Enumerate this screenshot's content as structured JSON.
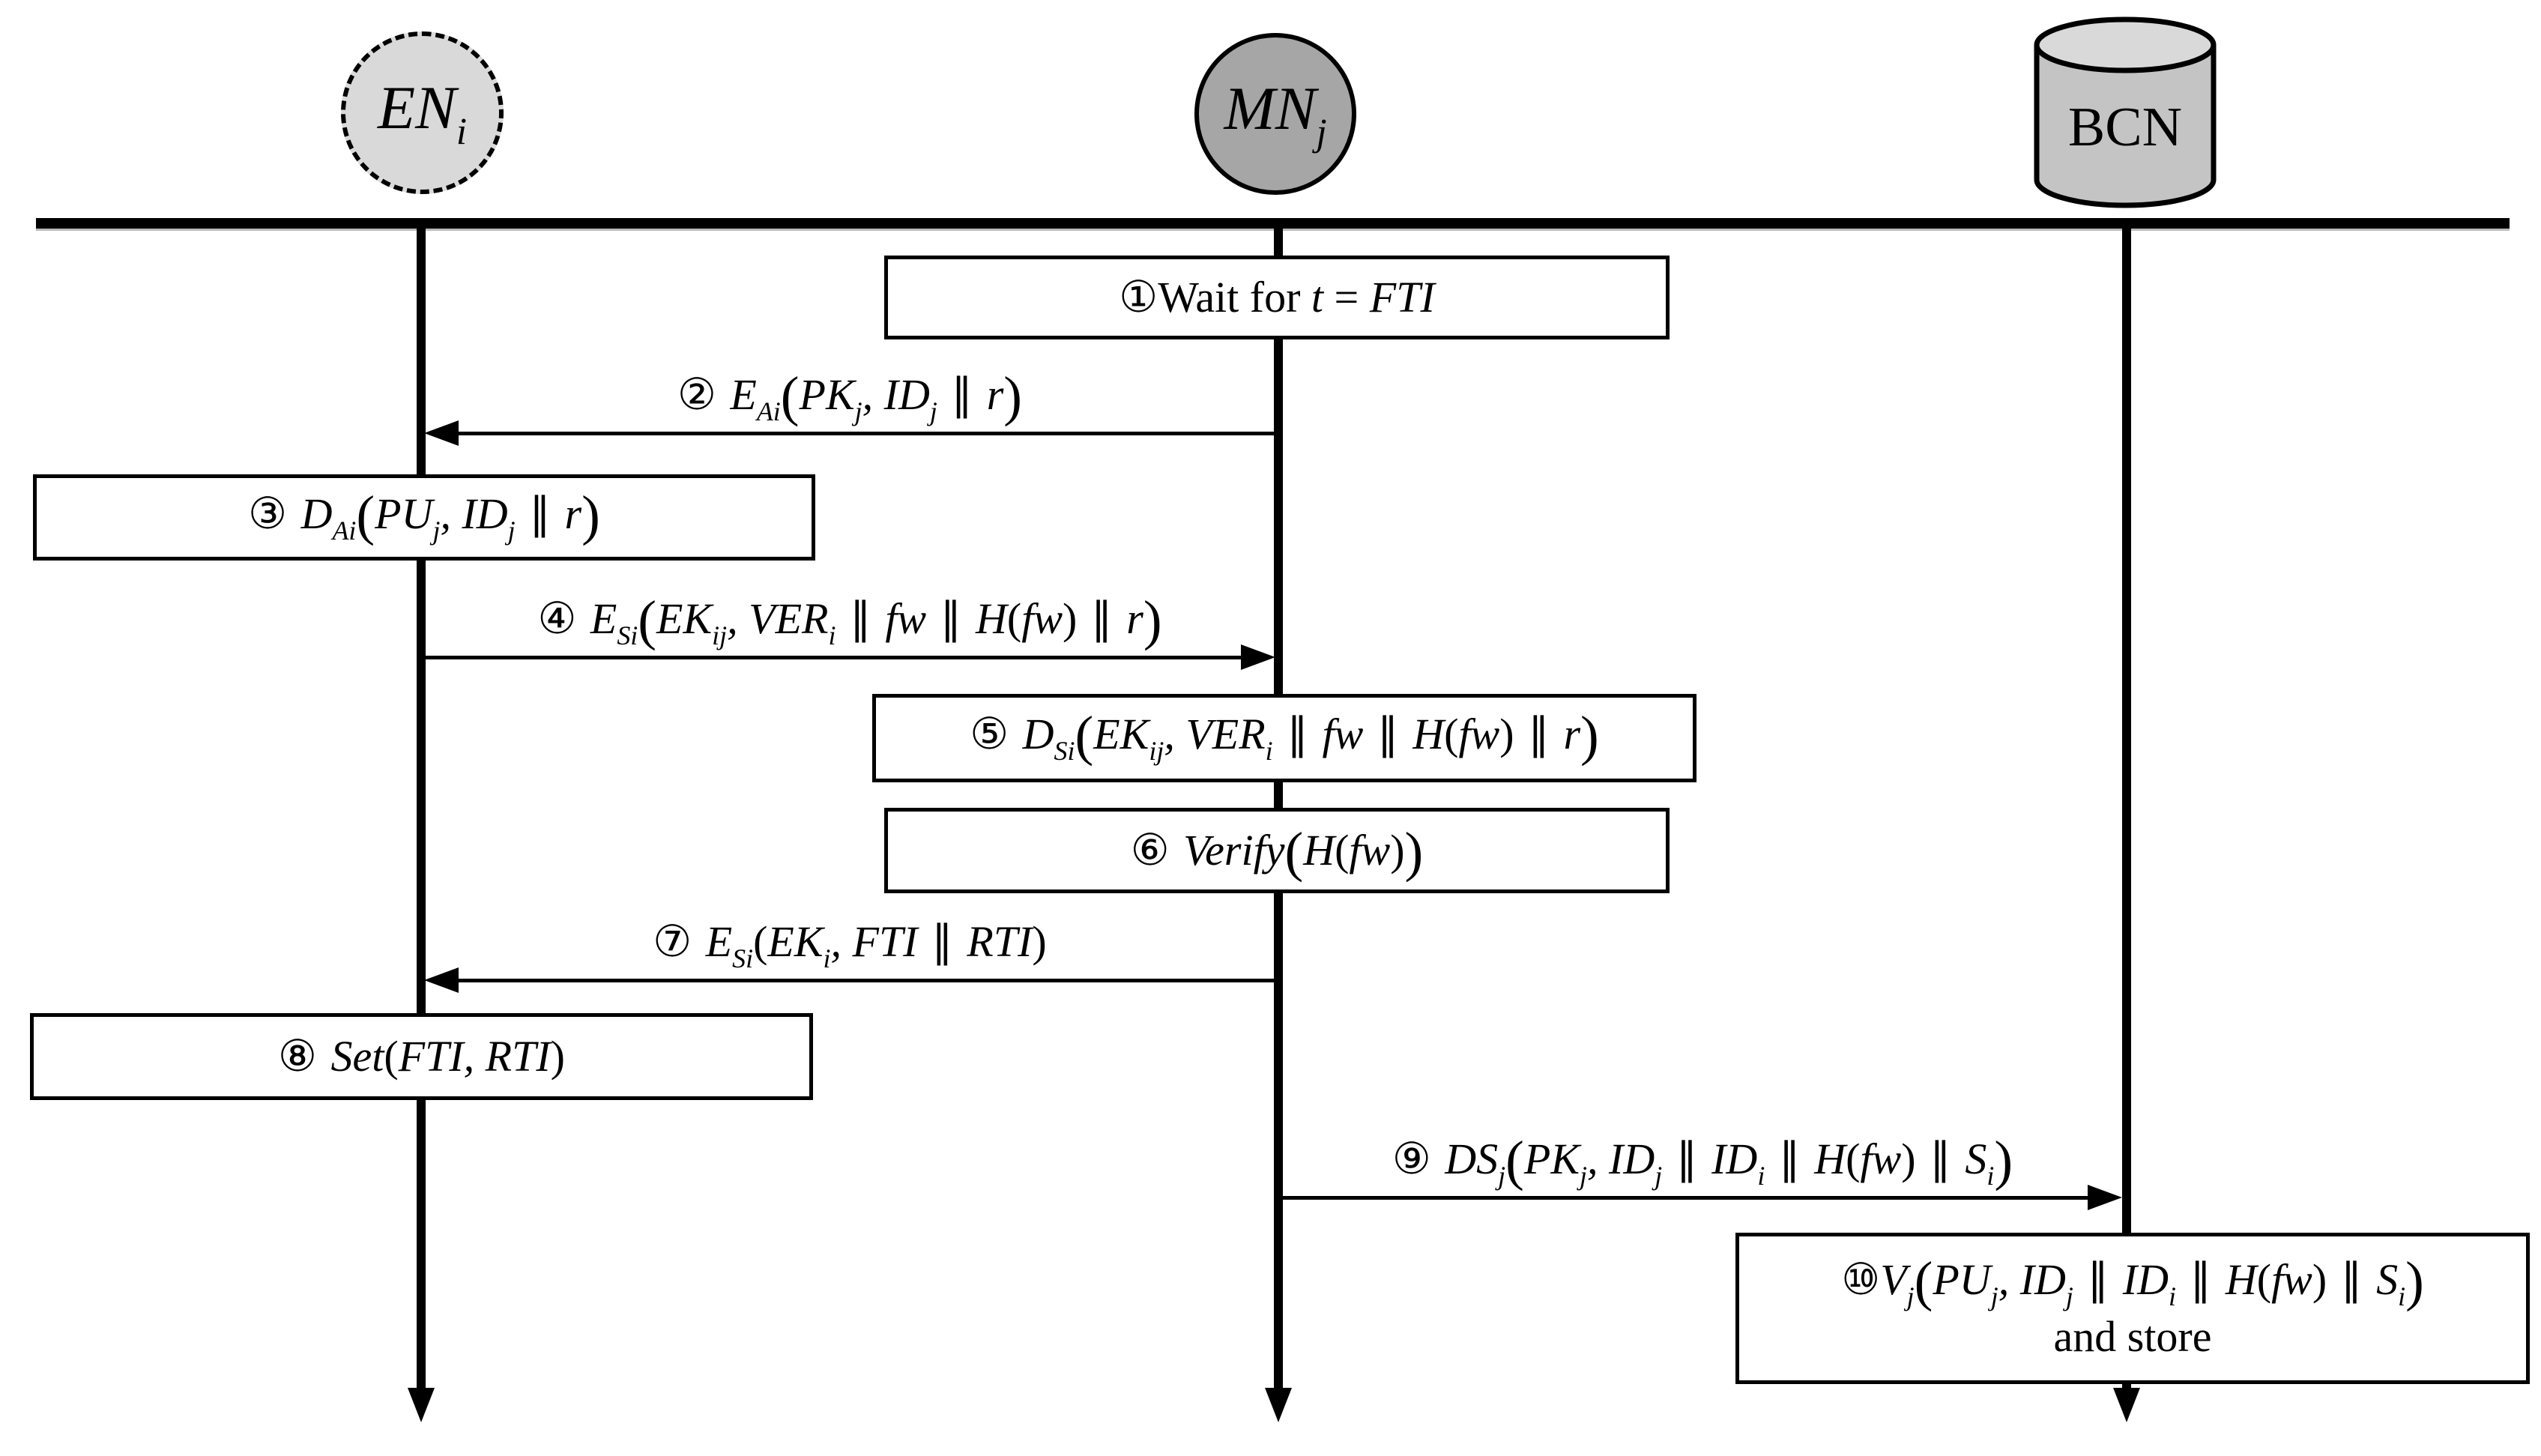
{
  "colors": {
    "background": "#ffffff",
    "line": "#000000",
    "en_fill": "#d9d9d9",
    "mn_fill": "#a6a6a6",
    "bcn_body_fill": "#c4c4c4",
    "bcn_top_fill": "#d9d9d9"
  },
  "actors": [
    {
      "id": "EN_i",
      "shape": "dashed-circle",
      "label_segments": [
        [
          "i",
          "EN"
        ],
        [
          "s",
          "i"
        ]
      ]
    },
    {
      "id": "MN_j",
      "shape": "circle",
      "label_segments": [
        [
          "i",
          "MN"
        ],
        [
          "s",
          "j"
        ]
      ]
    },
    {
      "id": "BCN",
      "shape": "cylinder",
      "label_segments": [
        [
          "n",
          "BCN"
        ]
      ]
    }
  ],
  "messages": [
    {
      "n": 1,
      "kind": "box",
      "actor": "MN_j",
      "segments": [
        [
          "c",
          "①"
        ],
        [
          "n",
          "Wait for "
        ],
        [
          "i",
          "t"
        ],
        [
          "n",
          " = "
        ],
        [
          "i",
          "FTI"
        ]
      ]
    },
    {
      "n": 2,
      "kind": "arrow",
      "from": "MN_j",
      "to": "EN_i",
      "segments": [
        [
          "c",
          "② "
        ],
        [
          "i",
          "E"
        ],
        [
          "s",
          "Ai"
        ],
        [
          "p",
          "("
        ],
        [
          "i",
          "PK"
        ],
        [
          "s",
          "j"
        ],
        [
          "i",
          ", "
        ],
        [
          "i",
          "ID"
        ],
        [
          "s",
          "j"
        ],
        [
          "d",
          " ∥ "
        ],
        [
          "i",
          "r"
        ],
        [
          "p",
          ")"
        ]
      ]
    },
    {
      "n": 3,
      "kind": "box",
      "actor": "EN_i",
      "segments": [
        [
          "c",
          "③ "
        ],
        [
          "i",
          "D"
        ],
        [
          "s",
          "Ai"
        ],
        [
          "p",
          "("
        ],
        [
          "i",
          "PU"
        ],
        [
          "s",
          "j"
        ],
        [
          "i",
          ", "
        ],
        [
          "i",
          "ID"
        ],
        [
          "s",
          "j"
        ],
        [
          "d",
          " ∥ "
        ],
        [
          "i",
          "r"
        ],
        [
          "p",
          ")"
        ]
      ]
    },
    {
      "n": 4,
      "kind": "arrow",
      "from": "EN_i",
      "to": "MN_j",
      "segments": [
        [
          "c",
          "④ "
        ],
        [
          "i",
          "E"
        ],
        [
          "s",
          "Si"
        ],
        [
          "p",
          "("
        ],
        [
          "i",
          "EK"
        ],
        [
          "s",
          "ij"
        ],
        [
          "i",
          ", "
        ],
        [
          "i",
          "VER"
        ],
        [
          "s",
          "i"
        ],
        [
          "d",
          " ∥ "
        ],
        [
          "i",
          "fw"
        ],
        [
          "d",
          " ∥ "
        ],
        [
          "i",
          "H"
        ],
        [
          "n",
          "("
        ],
        [
          "i",
          "fw"
        ],
        [
          "n",
          ")"
        ],
        [
          "d",
          " ∥ "
        ],
        [
          "i",
          "r"
        ],
        [
          "p",
          ")"
        ]
      ]
    },
    {
      "n": 5,
      "kind": "box",
      "actor": "MN_j",
      "segments": [
        [
          "c",
          "⑤ "
        ],
        [
          "i",
          "D"
        ],
        [
          "s",
          "Si"
        ],
        [
          "p",
          "("
        ],
        [
          "i",
          "EK"
        ],
        [
          "s",
          "ij"
        ],
        [
          "i",
          ", "
        ],
        [
          "i",
          "VER"
        ],
        [
          "s",
          "i"
        ],
        [
          "d",
          " ∥ "
        ],
        [
          "i",
          "fw"
        ],
        [
          "d",
          " ∥ "
        ],
        [
          "i",
          "H"
        ],
        [
          "n",
          "("
        ],
        [
          "i",
          "fw"
        ],
        [
          "n",
          ")"
        ],
        [
          "d",
          " ∥ "
        ],
        [
          "i",
          "r"
        ],
        [
          "p",
          ")"
        ]
      ]
    },
    {
      "n": 6,
      "kind": "box",
      "actor": "MN_j",
      "segments": [
        [
          "c",
          "⑥ "
        ],
        [
          "i",
          "Verify"
        ],
        [
          "p",
          "("
        ],
        [
          "i",
          "H"
        ],
        [
          "n",
          "("
        ],
        [
          "i",
          "fw"
        ],
        [
          "n",
          ")"
        ],
        [
          "p",
          ")"
        ]
      ]
    },
    {
      "n": 7,
      "kind": "arrow",
      "from": "MN_j",
      "to": "EN_i",
      "segments": [
        [
          "c",
          "⑦ "
        ],
        [
          "i",
          "E"
        ],
        [
          "s",
          "Si"
        ],
        [
          "n",
          "("
        ],
        [
          "i",
          "EK"
        ],
        [
          "s",
          "i"
        ],
        [
          "i",
          ", "
        ],
        [
          "i",
          "FTI"
        ],
        [
          "d",
          " ∥ "
        ],
        [
          "i",
          "RTI"
        ],
        [
          "n",
          ")"
        ]
      ]
    },
    {
      "n": 8,
      "kind": "box",
      "actor": "EN_i",
      "segments": [
        [
          "c",
          "⑧ "
        ],
        [
          "i",
          "Set"
        ],
        [
          "n",
          "("
        ],
        [
          "i",
          "FTI"
        ],
        [
          "i",
          ", "
        ],
        [
          "i",
          "RTI"
        ],
        [
          "n",
          ")"
        ]
      ]
    },
    {
      "n": 9,
      "kind": "arrow",
      "from": "MN_j",
      "to": "BCN",
      "segments": [
        [
          "c",
          "⑨ "
        ],
        [
          "i",
          "DS"
        ],
        [
          "s",
          "j"
        ],
        [
          "p",
          "("
        ],
        [
          "i",
          "PK"
        ],
        [
          "s",
          "j"
        ],
        [
          "i",
          ", "
        ],
        [
          "i",
          "ID"
        ],
        [
          "s",
          "j"
        ],
        [
          "d",
          " ∥ "
        ],
        [
          "i",
          "ID"
        ],
        [
          "s",
          "i"
        ],
        [
          "d",
          " ∥ "
        ],
        [
          "i",
          "H"
        ],
        [
          "n",
          "("
        ],
        [
          "i",
          "fw"
        ],
        [
          "n",
          ")"
        ],
        [
          "d",
          " ∥ "
        ],
        [
          "i",
          "S"
        ],
        [
          "s",
          "i"
        ],
        [
          "p",
          ")"
        ]
      ]
    },
    {
      "n": 10,
      "kind": "box",
      "actor": "BCN",
      "line2": "and store",
      "segments": [
        [
          "c",
          "⑩"
        ],
        [
          "i",
          "V"
        ],
        [
          "s",
          "j"
        ],
        [
          "p",
          "("
        ],
        [
          "i",
          "PU"
        ],
        [
          "s",
          "j"
        ],
        [
          "i",
          ", "
        ],
        [
          "i",
          "ID"
        ],
        [
          "s",
          "j"
        ],
        [
          "d",
          " ∥ "
        ],
        [
          "i",
          "ID"
        ],
        [
          "s",
          "i"
        ],
        [
          "d",
          " ∥ "
        ],
        [
          "i",
          "H"
        ],
        [
          "n",
          "("
        ],
        [
          "i",
          "fw"
        ],
        [
          "n",
          ")"
        ],
        [
          "d",
          " ∥ "
        ],
        [
          "i",
          "S"
        ],
        [
          "s",
          "i"
        ],
        [
          "p",
          ")"
        ]
      ]
    }
  ]
}
